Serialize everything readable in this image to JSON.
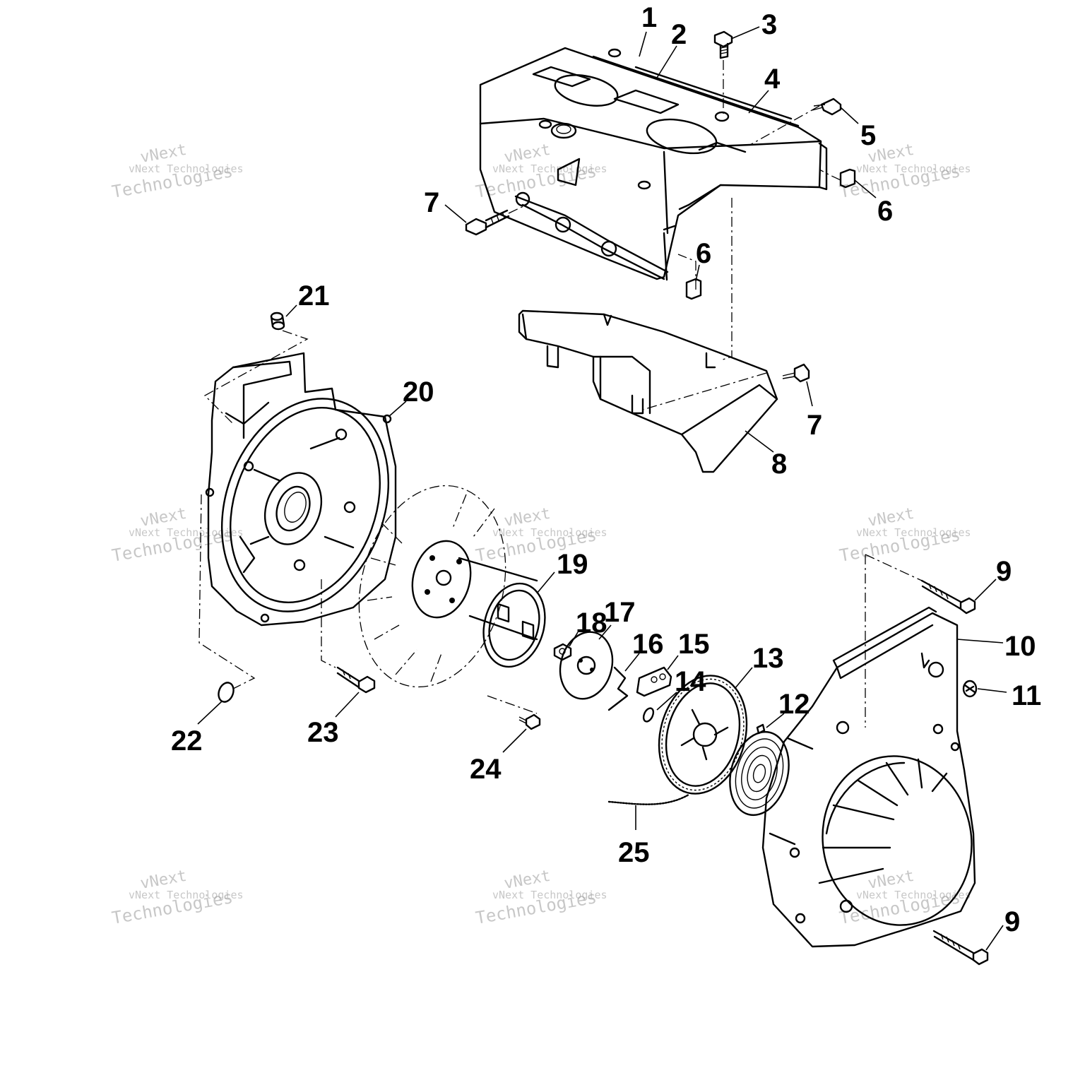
{
  "watermark": {
    "line1": "vNext",
    "line2": "vNext Technologies",
    "line3": "Technologies"
  },
  "callouts": {
    "c1": "1",
    "c2": "2",
    "c3": "3",
    "c4": "4",
    "c5": "5",
    "c6a": "6",
    "c6b": "6",
    "c7a": "7",
    "c7b": "7",
    "c8": "8",
    "c9a": "9",
    "c9b": "9",
    "c10": "10",
    "c11": "11",
    "c12": "12",
    "c13": "13",
    "c14": "14",
    "c15": "15",
    "c16": "16",
    "c17": "17",
    "c18": "18",
    "c19": "19",
    "c20": "20",
    "c21": "21",
    "c22": "22",
    "c23": "23",
    "c24": "24",
    "c25": "25"
  }
}
